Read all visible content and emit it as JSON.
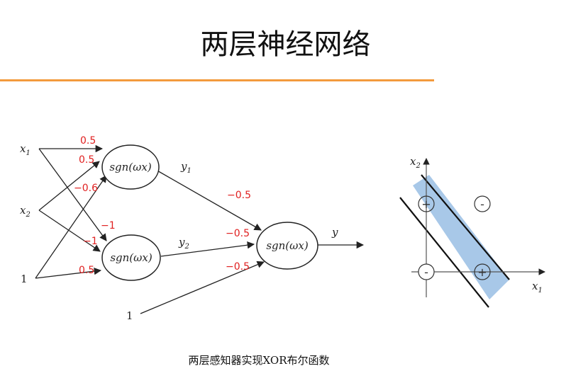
{
  "slide": {
    "title": "两层神经网络",
    "caption": "两层感知器实现XOR布尔函数"
  },
  "network": {
    "inputs": {
      "x1": "x",
      "x1_sub": "1",
      "x2": "x",
      "x2_sub": "2",
      "bias1": "1"
    },
    "hidden_nodes": {
      "h1": "sgn(ωx)",
      "h2": "sgn(ωx)"
    },
    "output_node": "sgn(ωx)",
    "hidden_outputs": {
      "y1": "y",
      "y1_sub": "1",
      "y2": "y",
      "y2_sub": "2"
    },
    "output_label": "y",
    "bias2": "1",
    "weights": {
      "x1_h1": "0.5",
      "x2_h1": "0.5",
      "b_h1": "−0.6",
      "x1_h2": "−1",
      "x2_h2": "−1",
      "b_h2": "0.5",
      "y1_out": "−0.5",
      "y2_out": "−0.5",
      "b_out": "−0.5"
    }
  },
  "xor_plot": {
    "x_axis": "x",
    "x_axis_sub": "1",
    "y_axis": "x",
    "y_axis_sub": "2",
    "plus": "+",
    "minus": "-",
    "region_color": "#a8c8e8"
  }
}
